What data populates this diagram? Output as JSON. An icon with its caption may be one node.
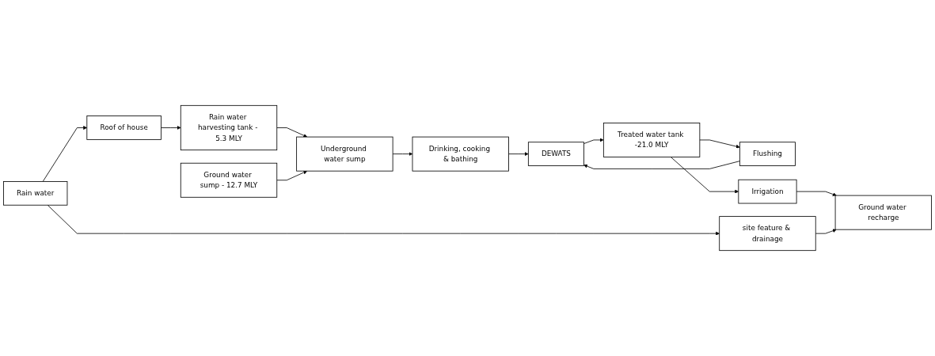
{
  "diagram": {
    "nodes": [
      {
        "text": [
          "Roof of house"
        ]
      },
      {
        "text": [
          "Rain water harvesting tank - 5.3 MLY"
        ]
      },
      {
        "text": [
          "Drinking, cooking & bathing"
        ]
      },
      {
        "text": [
          "Underground water sump"
        ]
      },
      {
        "text": [
          "DEWATS"
        ]
      },
      {
        "text": [
          "Rain water"
        ]
      },
      {
        "text": [
          "Ground water sump - 12.7 MLY"
        ]
      },
      {
        "text": [
          "Flushing"
        ]
      },
      {
        "text": [
          "Treated water tank -21.0 MLY"
        ]
      },
      {
        "text": [
          "site feature & drainage"
        ]
      },
      {
        "text": [
          "Ground water recharge"
        ]
      },
      {
        "text": [
          "Irrigation"
        ]
      }
    ],
    "edges": [
      {
        "from": 5,
        "to": 0,
        "arrow": "to"
      },
      {
        "from": 0,
        "to": 1,
        "arrow": "to"
      },
      {
        "from": 1,
        "to": 3,
        "arrow": "to"
      },
      {
        "from": 6,
        "to": 3,
        "arrow": "to"
      },
      {
        "from": 3,
        "to": 2,
        "arrow": "to"
      },
      {
        "from": 2,
        "to": 4,
        "arrow": "to"
      },
      {
        "from": 4,
        "to": 8,
        "arrow": "to"
      },
      {
        "from": 8,
        "to": 7,
        "arrow": "to"
      },
      {
        "from": 7,
        "to": 4,
        "arrow": "to"
      },
      {
        "from": 8,
        "to": 11,
        "arrow": "to"
      },
      {
        "from": 11,
        "to": 10,
        "arrow": "to"
      },
      {
        "from": 5,
        "to": 9,
        "arrow": "to"
      },
      {
        "from": 9,
        "to": 10,
        "arrow": "to"
      }
    ]
  }
}
